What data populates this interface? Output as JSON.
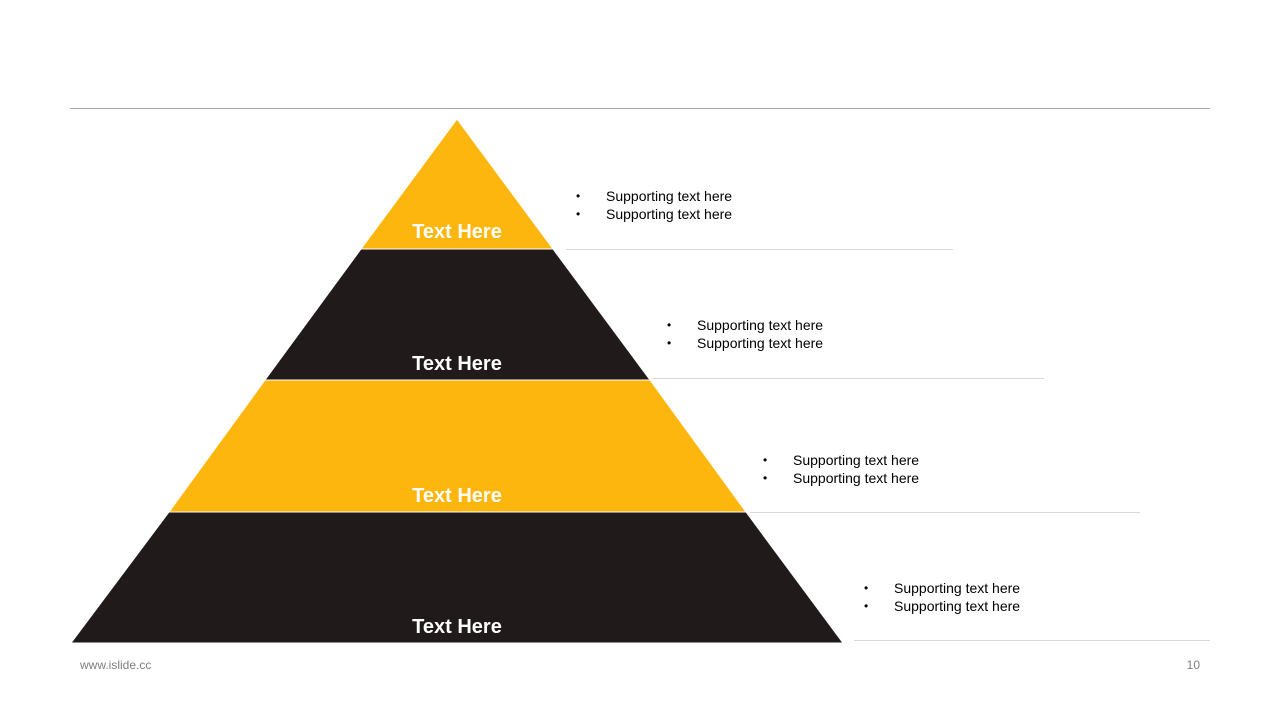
{
  "colors": {
    "accent": "#fdb60d",
    "dark": "#201a1a",
    "divider": "#d9d9d9",
    "rule": "#a6a6a6",
    "footer_text": "#7f7f7f"
  },
  "pyramid": {
    "levels": [
      {
        "label": "Text Here",
        "color": "#fdb60d",
        "bullets": [
          "Supporting text here",
          "Supporting text here"
        ]
      },
      {
        "label": "Text Here",
        "color": "#201a1a",
        "bullets": [
          "Supporting text here",
          "Supporting text here"
        ]
      },
      {
        "label": "Text Here",
        "color": "#fdb60d",
        "bullets": [
          "Supporting text here",
          "Supporting text here"
        ]
      },
      {
        "label": "Text Here",
        "color": "#201a1a",
        "bullets": [
          "Supporting text here",
          "Supporting text here"
        ]
      }
    ]
  },
  "footer": {
    "url": "www.islide.cc",
    "page_number": "10"
  }
}
